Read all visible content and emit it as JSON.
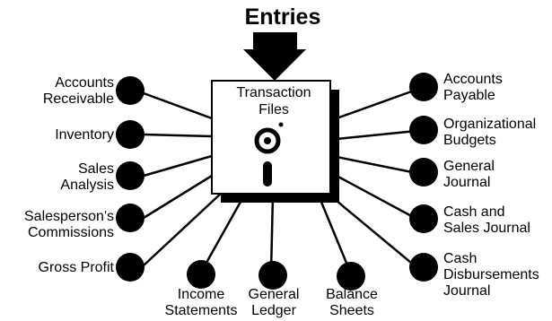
{
  "title": "Entries",
  "center": {
    "label_line1": "Transaction",
    "label_line2": "Files"
  },
  "left_nodes": [
    {
      "line1": "Accounts",
      "line2": "Receivable"
    },
    {
      "line1": "Inventory",
      "line2": ""
    },
    {
      "line1": "Sales",
      "line2": "Analysis"
    },
    {
      "line1": "Salesperson's",
      "line2": "Commissions"
    },
    {
      "line1": "Gross Profit",
      "line2": ""
    }
  ],
  "right_nodes": [
    {
      "line1": "Accounts",
      "line2": "Payable"
    },
    {
      "line1": "Organizational",
      "line2": "Budgets"
    },
    {
      "line1": "General",
      "line2": "Journal"
    },
    {
      "line1": "Cash and",
      "line2": "Sales Journal"
    },
    {
      "line1": "Cash",
      "line2": "Disbursements",
      "line3": "Journal"
    }
  ],
  "bottom_nodes": [
    {
      "line1": "Income",
      "line2": "Statements"
    },
    {
      "line1": "General",
      "line2": "Ledger"
    },
    {
      "line1": "Balance",
      "line2": "Sheets"
    }
  ]
}
